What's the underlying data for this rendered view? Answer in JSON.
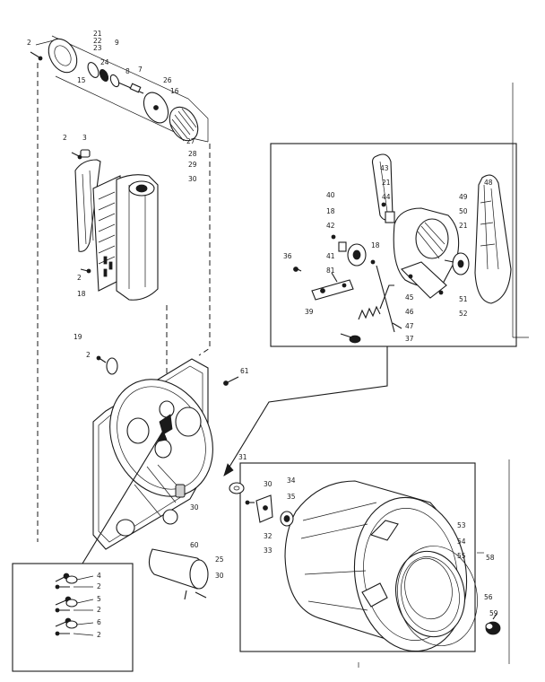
{
  "labels": {
    "motor_group": [
      "43",
      "21",
      "44",
      "40",
      "18",
      "42",
      "18",
      "49",
      "50",
      "21",
      "48",
      "36",
      "41",
      "81",
      "45",
      "51",
      "46",
      "52",
      "39",
      "47",
      "37"
    ],
    "drum_group": [
      "31",
      "30",
      "34",
      "35",
      "53",
      "54",
      "55",
      "58",
      "32",
      "33",
      "56",
      "59"
    ],
    "screw_group": [
      "4",
      "2",
      "5",
      "2",
      "6",
      "2"
    ],
    "top_group": [
      "21",
      "22",
      "23",
      "9",
      "2",
      "24",
      "15",
      "8",
      "7",
      "26",
      "16",
      "27",
      "2",
      "3",
      "28",
      "29",
      "30",
      "2",
      "18"
    ],
    "housing_group": [
      "19",
      "2",
      "61",
      "30",
      "60",
      "25",
      "30"
    ]
  }
}
